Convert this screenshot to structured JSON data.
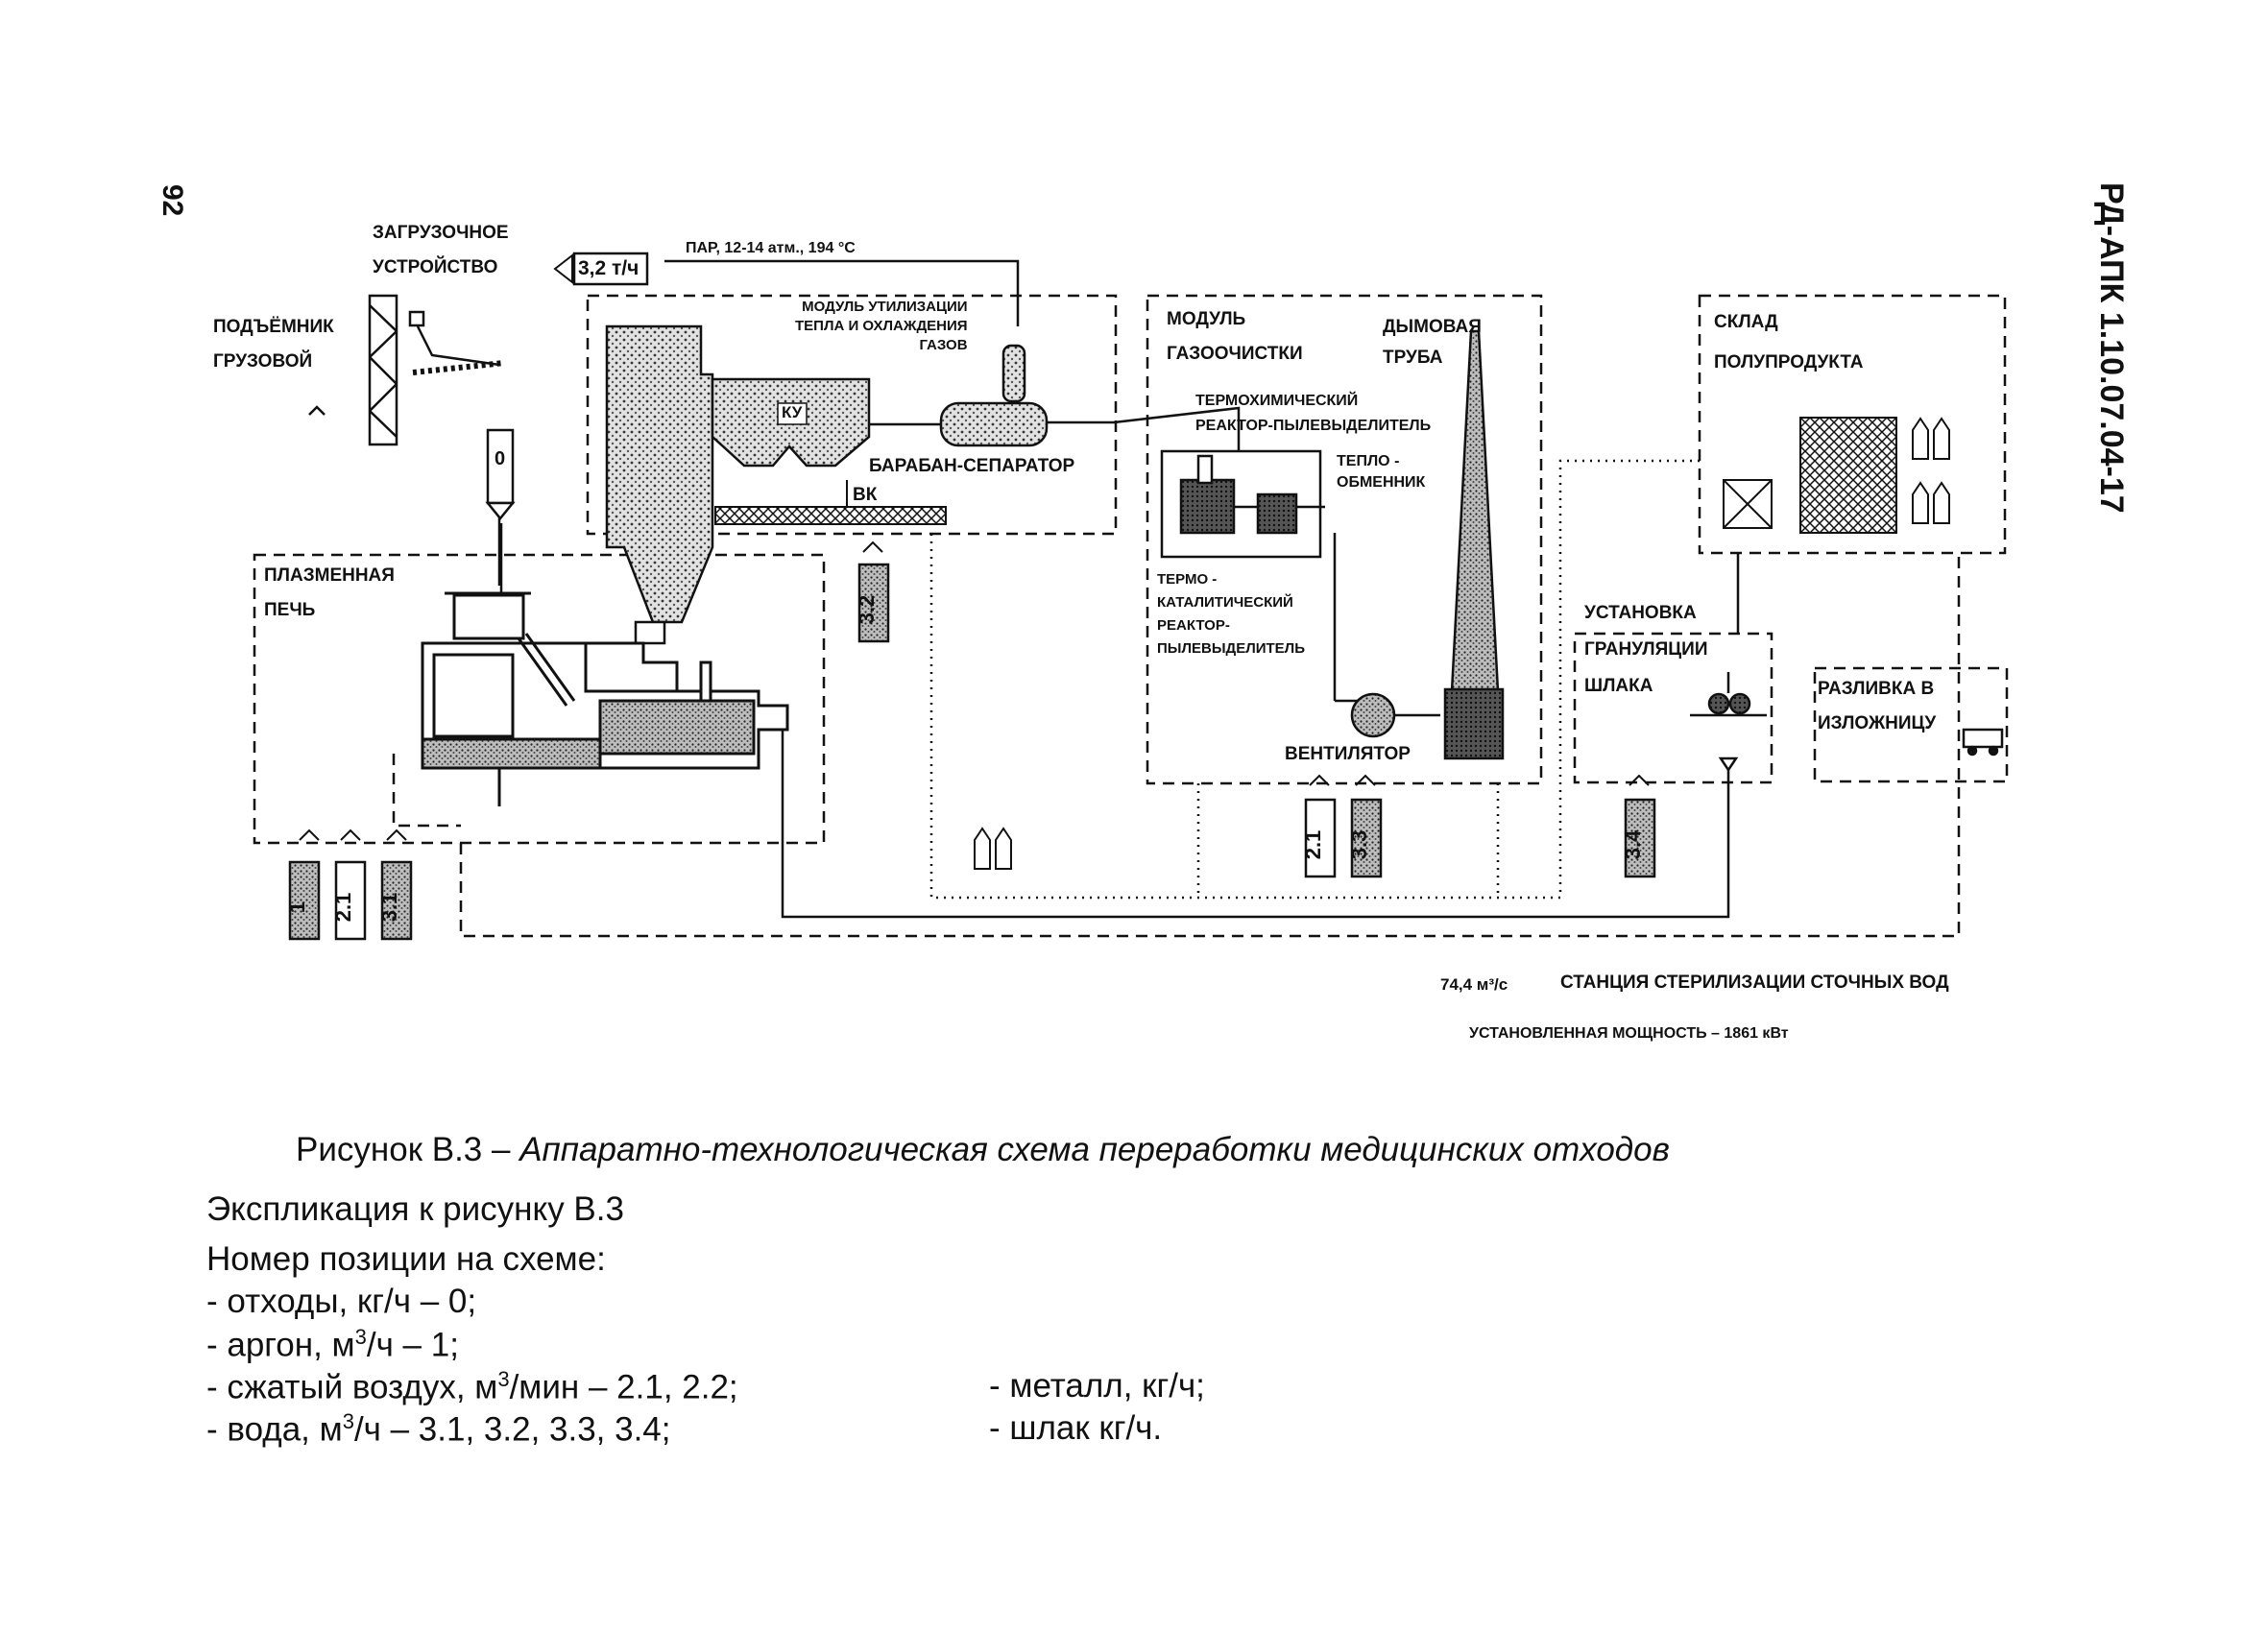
{
  "page": {
    "page_number": "92",
    "doc_code": "РД-АПК 1.10.07.04-17"
  },
  "diagram": {
    "loading_device": [
      "ЗАГРУЗОЧНОЕ",
      "УСТРОЙСТВО"
    ],
    "lift": [
      "ПОДЪЁМНИК",
      "ГРУЗОВОЙ"
    ],
    "steam_flow": "3,2 т/ч",
    "steam_params": "ПАР, 12-14 атм., 194 °С",
    "heat_module": [
      "МОДУЛЬ УТИЛИЗАЦИИ",
      "ТЕПЛА И ОХЛАЖДЕНИЯ",
      "ГАЗОВ"
    ],
    "ku": "КУ",
    "drum_separator": "БАРАБАН-СЕПАРАТОР",
    "vk": "ВК",
    "gas_module": [
      "МОДУЛЬ",
      "ГАЗООЧИСТКИ"
    ],
    "chimney": [
      "ДЫМОВАЯ",
      "ТРУБА"
    ],
    "thermochem": [
      "ТЕРМОХИМИЧЕСКИЙ",
      "РЕАКТОР-ПЫЛЕВЫДЕЛИТЕЛЬ"
    ],
    "heat_exchanger": [
      "ТЕПЛО -",
      "ОБМЕННИК"
    ],
    "thermocat": [
      "ТЕРМО -",
      "КАТАЛИТИЧЕСКИЙ",
      "РЕАКТОР-",
      "ПЫЛЕВЫДЕЛИТЕЛЬ"
    ],
    "fan": "ВЕНТИЛЯТОР",
    "warehouse": [
      "СКЛАД",
      "ПОЛУПРОДУКТА"
    ],
    "granulation": [
      "УСТАНОВКА",
      "ГРАНУЛЯЦИИ",
      "ШЛАКА"
    ],
    "casting": [
      "РАЗЛИВКА В",
      "ИЗЛОЖНИЦУ"
    ],
    "plasma_furnace": [
      "ПЛАЗМЕННАЯ",
      "ПЕЧЬ"
    ],
    "waste_label": "0",
    "cylinders": [
      "1",
      "2.1",
      "3.1",
      "3.2",
      "2.1",
      "3.3",
      "3.4"
    ],
    "flow_rate": "74,4 м³/с",
    "station": "СТАНЦИЯ СТЕРИЛИЗАЦИИ СТОЧНЫХ ВОД",
    "power": "УСТАНОВЛЕННАЯ МОЩНОСТЬ – 1861 кВт"
  },
  "caption": {
    "prefix": "Рисунок В.3 –",
    "title": "Аппаратно-технологическая схема переработки медицинских отходов"
  },
  "legend": {
    "heading": "Экспликация к рисунку В.3",
    "subheading": "Номер позиции на схеме:",
    "item_waste": "- отходы, кг/ч – 0;",
    "argon_a": "- аргон, м",
    "argon_sup": "3",
    "argon_b": "/ч – 1;",
    "air_a": "- сжатый воздух, м",
    "air_sup": "3",
    "air_b": "/мин – 2.1, 2.2;",
    "water_a": "- вода, м",
    "water_sup": "3",
    "water_b": "/ч – 3.1, 3.2, 3.3, 3.4;",
    "metal": "- металл, кг/ч;",
    "slag": "- шлак кг/ч."
  }
}
